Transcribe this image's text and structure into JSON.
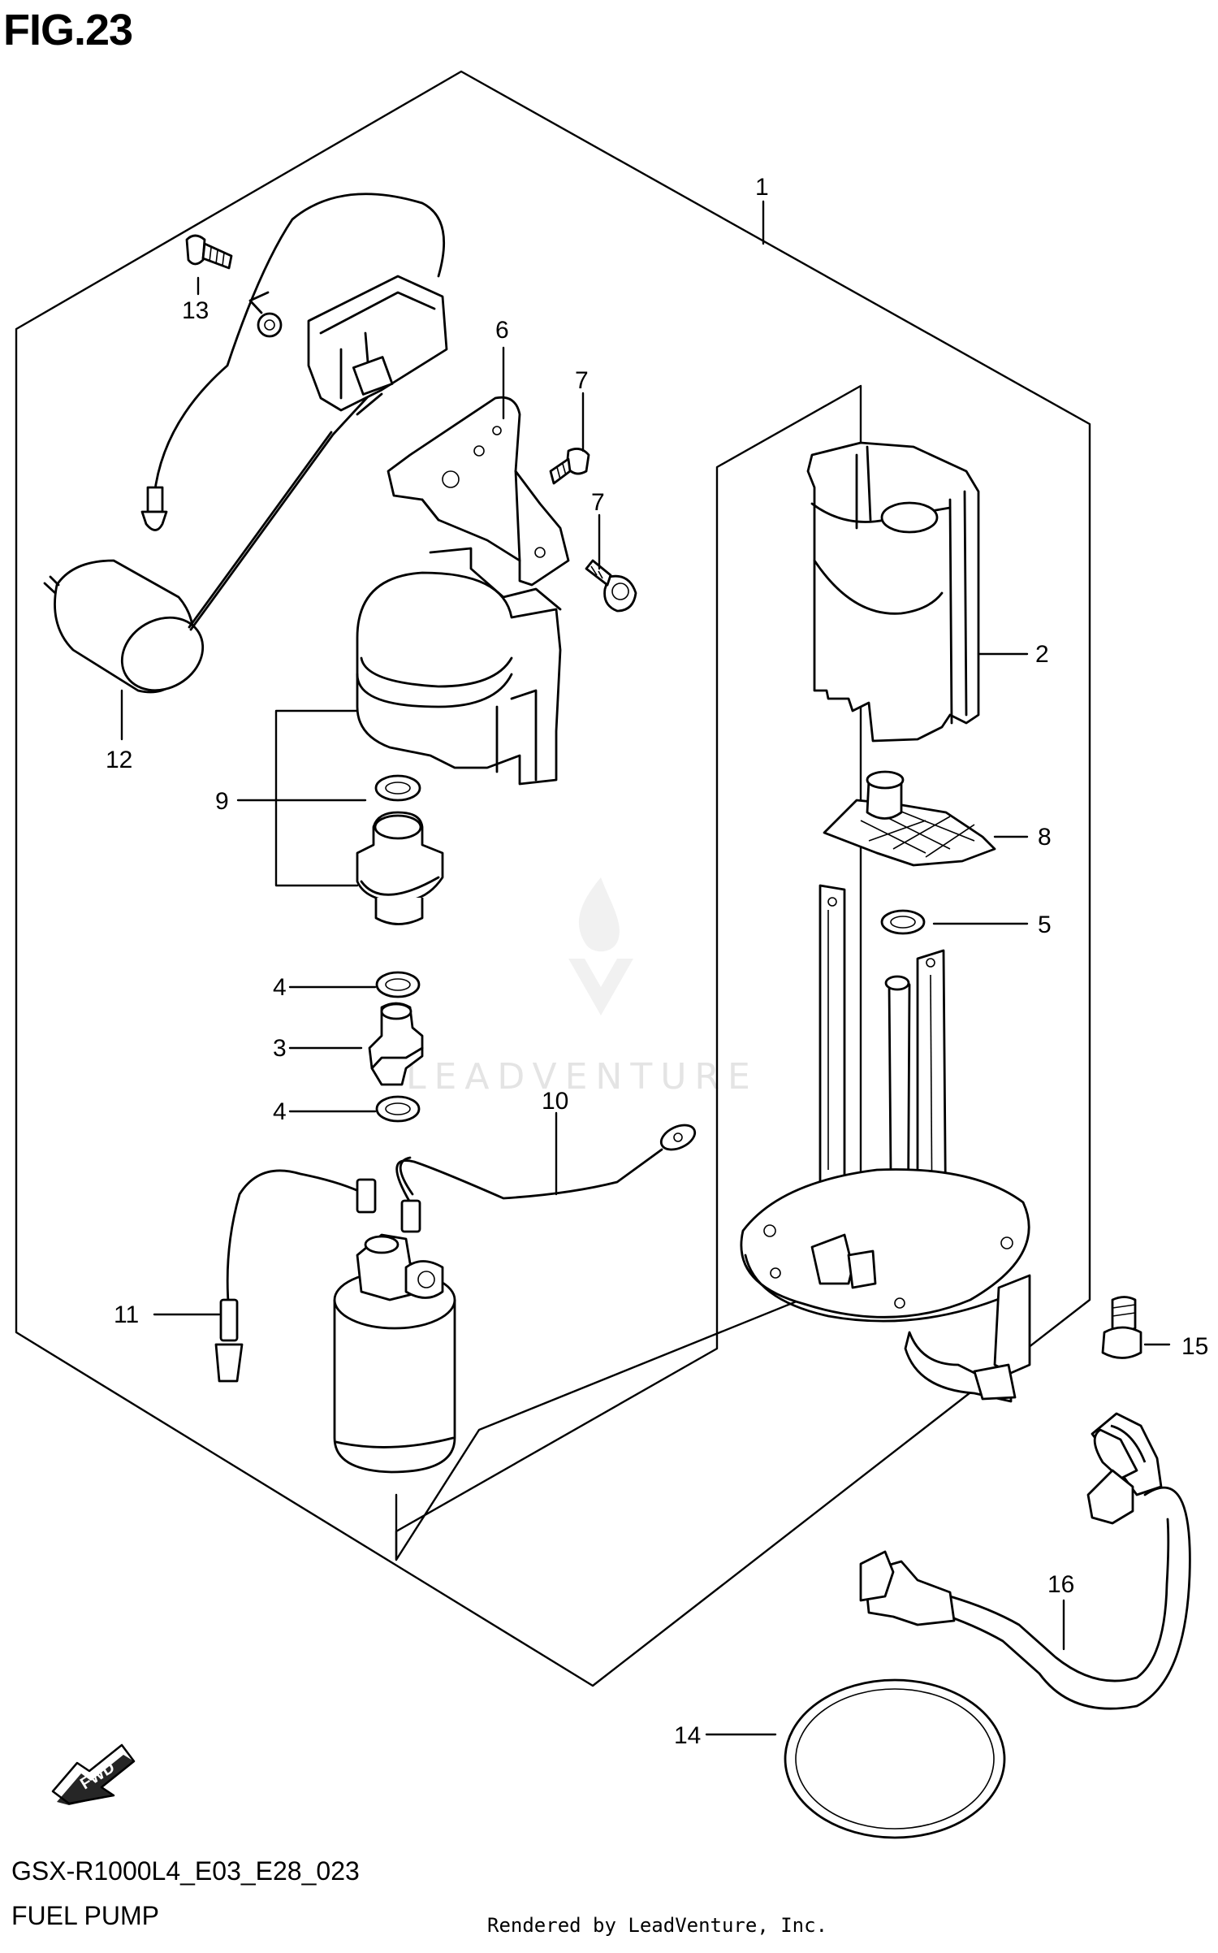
{
  "figure": {
    "title": "FIG.23"
  },
  "watermark": {
    "text": "LEADVENTURE"
  },
  "callouts": {
    "c1": "1",
    "c2": "2",
    "c3": "3",
    "c4a": "4",
    "c4b": "4",
    "c5": "5",
    "c6": "6",
    "c7a": "7",
    "c7b": "7",
    "c8": "8",
    "c9": "9",
    "c10": "10",
    "c11": "11",
    "c12": "12",
    "c13": "13",
    "c14": "14",
    "c15": "15",
    "c16": "16"
  },
  "fwd_arrow": {
    "label": "FWD"
  },
  "footer": {
    "model_code": "GSX-R1000L4_E03_E28_023",
    "section_name": "FUEL PUMP",
    "render_credit": "Rendered by LeadVenture, Inc."
  }
}
